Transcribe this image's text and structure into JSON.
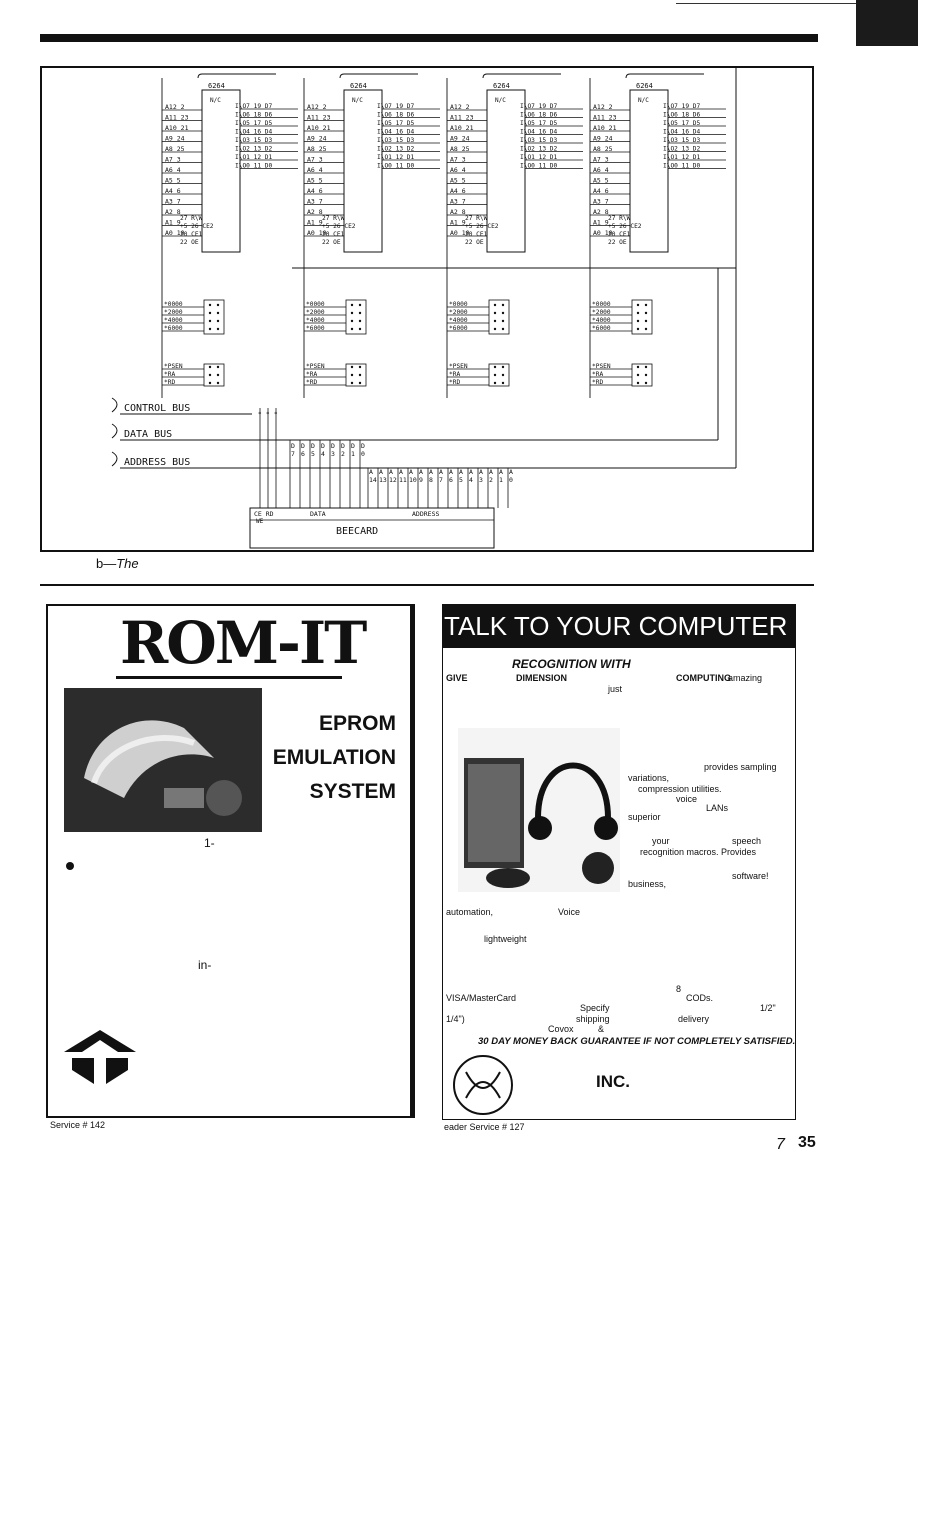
{
  "schematic": {
    "chips": [
      {
        "part": "6264",
        "nc": "N/C",
        "pins": [
          "A12 2",
          "A11 23",
          "A10 21",
          "A9 24",
          "A8 25",
          "A7 3",
          "A6 4",
          "A5 5",
          "A4 6",
          "A3 7",
          "A2 8",
          "A1 9",
          "A0 10"
        ],
        "io": [
          "I\\O7 19 D7",
          "I\\O6 18 D6",
          "I\\O5 17 D5",
          "I\\O4 16 D4",
          "I\\O3 15 D3",
          "I\\O2 13 D2",
          "I\\O1 12 D1",
          "I\\O0 11 D0"
        ],
        "ctrl": [
          "27 R\\W",
          "+5 26 CE2",
          "20 CE1",
          "22 OE"
        ],
        "jumper1": [
          "*0000",
          "*2000",
          "*4000",
          "*6000"
        ],
        "jumper2": [
          "*PSEN",
          "*RA",
          "*RD"
        ]
      },
      {
        "part": "6264",
        "nc": "N/C",
        "pins": [
          "A12 2",
          "A11 23",
          "A10 21",
          "A9 24",
          "A8 25",
          "A7 3",
          "A6 4",
          "A5 5",
          "A4 6",
          "A3 7",
          "A2 8",
          "A1 9",
          "A0 10"
        ],
        "io": [
          "I\\O7 19 D7",
          "I\\O6 18 D6",
          "I\\O5 17 D5",
          "I\\O4 16 D4",
          "I\\O3 15 D3",
          "I\\O2 13 D2",
          "I\\O1 12 D1",
          "I\\O0 11 D0"
        ],
        "ctrl": [
          "27 R\\W",
          "+5 26 CE2",
          "20 CE1",
          "22 OE"
        ],
        "jumper1": [
          "*0000",
          "*2000",
          "*4000",
          "*6000"
        ],
        "jumper2": [
          "*PSEN",
          "*RA",
          "*RD"
        ]
      },
      {
        "part": "6264",
        "nc": "N/C",
        "pins": [
          "A12 2",
          "A11 23",
          "A10 21",
          "A9 24",
          "A8 25",
          "A7 3",
          "A6 4",
          "A5 5",
          "A4 6",
          "A3 7",
          "A2 8",
          "A1 9",
          "A0 10"
        ],
        "io": [
          "I\\O7 19 D7",
          "I\\O6 18 D6",
          "I\\O5 17 D5",
          "I\\O4 16 D4",
          "I\\O3 15 D3",
          "I\\O2 13 D2",
          "I\\O1 12 D1",
          "I\\O0 11 D0"
        ],
        "ctrl": [
          "27 R\\W",
          "+5 26 CE2",
          "20 CE1",
          "22 OE"
        ],
        "jumper1": [
          "*0000",
          "*2000",
          "*4000",
          "*6000"
        ],
        "jumper2": [
          "*PSEN",
          "*RA",
          "*RD"
        ]
      },
      {
        "part": "6264",
        "nc": "N/C",
        "pins": [
          "A12 2",
          "A11 23",
          "A10 21",
          "A9 24",
          "A8 25",
          "A7 3",
          "A6 4",
          "A5 5",
          "A4 6",
          "A3 7",
          "A2 8",
          "A1 9",
          "A0 10"
        ],
        "io": [
          "I\\O7 19 D7",
          "I\\O6 18 D6",
          "I\\O5 17 D5",
          "I\\O4 16 D4",
          "I\\O3 15 D3",
          "I\\O2 13 D2",
          "I\\O1 12 D1",
          "I\\O0 11 D0"
        ],
        "ctrl": [
          "27 R\\W",
          "+5 26 CE2",
          "20 CE1",
          "22 OE"
        ],
        "jumper1": [
          "*0000",
          "*2000",
          "*4000",
          "*6000"
        ],
        "jumper2": [
          "*PSEN",
          "*RA",
          "*RD"
        ]
      }
    ],
    "buses": [
      "CONTROL BUS",
      "DATA BUS",
      "ADDRESS BUS"
    ],
    "data_lines": [
      "D7",
      "D6",
      "D5",
      "D4",
      "D3",
      "D2",
      "D1",
      "D0"
    ],
    "address_lines": [
      "A14",
      "A13",
      "A12",
      "A11",
      "A10",
      "A9",
      "A8",
      "A7",
      "A6",
      "A5",
      "A4",
      "A3",
      "A2",
      "A1",
      "A0"
    ],
    "bus_signals": [
      "CE",
      "RD",
      "WE"
    ],
    "bus_groups": [
      "DATA",
      "ADDRESS"
    ],
    "board": "BEECARD"
  },
  "caption": {
    "prefix": "b—",
    "italic": "The"
  },
  "ad_left": {
    "logo": "ROM-IT",
    "headlines": [
      "EPROM",
      "EMULATION",
      "SYSTEM"
    ],
    "fragments": [
      "1-",
      "in-"
    ],
    "service": "Service # 142"
  },
  "ad_right": {
    "banner": "TALK TO YOUR COMPUTER",
    "subhead": "RECOGNITION WITH",
    "line1": [
      "GIVE",
      "DIMENSION",
      "COMPUTING",
      "amazing"
    ],
    "line1b": "just",
    "bits": [
      "provides sampling",
      "variations,",
      "compression utilities.",
      "voice",
      "LANs",
      "superior",
      "your",
      "speech",
      "recognition macros. Provides",
      "software!",
      "business,",
      "automation,",
      "Voice",
      "lightweight",
      "8",
      "VISA/MasterCard",
      "CODs.",
      "Specify",
      "1/2\"",
      "1/4\")",
      "shipping",
      "delivery",
      "Covox",
      "&"
    ],
    "guarantee": "30 DAY MONEY BACK GUARANTEE IF NOT COMPLETELY SATISFIED.",
    "company": "INC.",
    "service": "eader Service # 127"
  },
  "page": {
    "issue_digit": "7",
    "number": "35"
  }
}
